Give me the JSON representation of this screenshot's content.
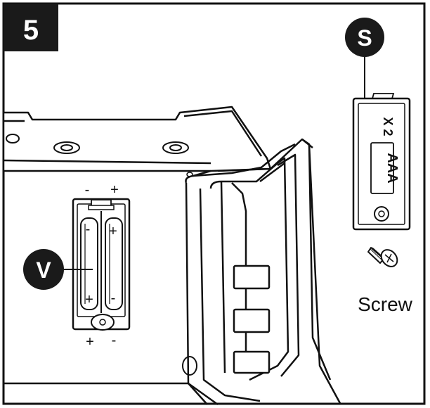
{
  "step": {
    "number": "5"
  },
  "callouts": {
    "battery_compartment": "V",
    "battery_cover": "S"
  },
  "battery_cover": {
    "battery_type": "AAA",
    "quantity": "X 2"
  },
  "polarity": {
    "top_minus": "-",
    "top_plus": "+",
    "left_cell_minus": "-",
    "left_cell_plus": "+",
    "right_cell_plus": "+",
    "right_cell_minus": "-",
    "bottom_plus": "+",
    "bottom_minus": "-"
  },
  "screw": {
    "label": "Screw"
  },
  "colors": {
    "ink": "#111111",
    "paper": "#ffffff",
    "badge": "#1a1a1a"
  }
}
